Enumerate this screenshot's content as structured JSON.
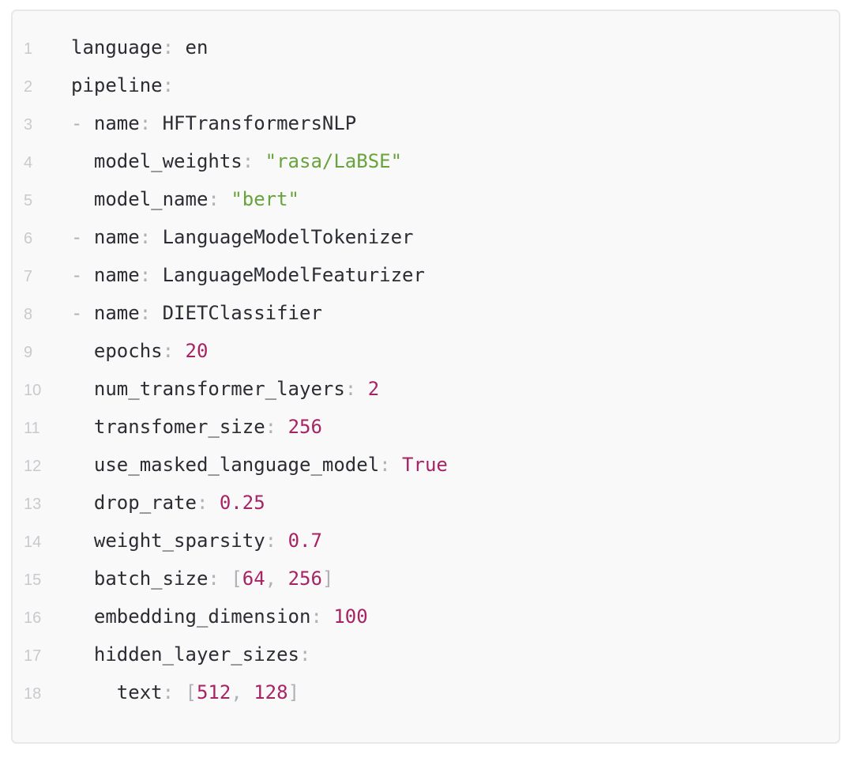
{
  "colors": {
    "page_bg": "#ffffff",
    "block_bg": "#f9f9fa",
    "block_border": "#e8e8ec",
    "key": "#2b2d33",
    "plain_value": "#2b2d33",
    "punctuation": "#b0b0b6",
    "string": "#69a33c",
    "number": "#a82364",
    "boolean": "#a82364",
    "line_number": "#c9c9ce"
  },
  "code": {
    "language": "yaml",
    "lines": [
      {
        "n": "1",
        "tokens": [
          [
            "key",
            "language"
          ],
          [
            "punct",
            ": "
          ],
          [
            "plain",
            "en"
          ]
        ]
      },
      {
        "n": "2",
        "tokens": [
          [
            "key",
            "pipeline"
          ],
          [
            "punct",
            ":"
          ]
        ]
      },
      {
        "n": "3",
        "tokens": [
          [
            "punct",
            "- "
          ],
          [
            "key",
            "name"
          ],
          [
            "punct",
            ": "
          ],
          [
            "plain",
            "HFTransformersNLP"
          ]
        ]
      },
      {
        "n": "4",
        "tokens": [
          [
            "plain",
            "  "
          ],
          [
            "key",
            "model_weights"
          ],
          [
            "punct",
            ": "
          ],
          [
            "string",
            "\"rasa/LaBSE\""
          ]
        ]
      },
      {
        "n": "5",
        "tokens": [
          [
            "plain",
            "  "
          ],
          [
            "key",
            "model_name"
          ],
          [
            "punct",
            ": "
          ],
          [
            "string",
            "\"bert\""
          ]
        ]
      },
      {
        "n": "6",
        "tokens": [
          [
            "punct",
            "- "
          ],
          [
            "key",
            "name"
          ],
          [
            "punct",
            ": "
          ],
          [
            "plain",
            "LanguageModelTokenizer"
          ]
        ]
      },
      {
        "n": "7",
        "tokens": [
          [
            "punct",
            "- "
          ],
          [
            "key",
            "name"
          ],
          [
            "punct",
            ": "
          ],
          [
            "plain",
            "LanguageModelFeaturizer"
          ]
        ]
      },
      {
        "n": "8",
        "tokens": [
          [
            "punct",
            "- "
          ],
          [
            "key",
            "name"
          ],
          [
            "punct",
            ": "
          ],
          [
            "plain",
            "DIETClassifier"
          ]
        ]
      },
      {
        "n": "9",
        "tokens": [
          [
            "plain",
            "  "
          ],
          [
            "key",
            "epochs"
          ],
          [
            "punct",
            ": "
          ],
          [
            "number",
            "20"
          ]
        ]
      },
      {
        "n": "10",
        "tokens": [
          [
            "plain",
            "  "
          ],
          [
            "key",
            "num_transformer_layers"
          ],
          [
            "punct",
            ": "
          ],
          [
            "number",
            "2"
          ]
        ]
      },
      {
        "n": "11",
        "tokens": [
          [
            "plain",
            "  "
          ],
          [
            "key",
            "transfomer_size"
          ],
          [
            "punct",
            ": "
          ],
          [
            "number",
            "256"
          ]
        ]
      },
      {
        "n": "12",
        "tokens": [
          [
            "plain",
            "  "
          ],
          [
            "key",
            "use_masked_language_model"
          ],
          [
            "punct",
            ": "
          ],
          [
            "bool",
            "True"
          ]
        ]
      },
      {
        "n": "13",
        "tokens": [
          [
            "plain",
            "  "
          ],
          [
            "key",
            "drop_rate"
          ],
          [
            "punct",
            ": "
          ],
          [
            "number",
            "0.25"
          ]
        ]
      },
      {
        "n": "14",
        "tokens": [
          [
            "plain",
            "  "
          ],
          [
            "key",
            "weight_sparsity"
          ],
          [
            "punct",
            ": "
          ],
          [
            "number",
            "0.7"
          ]
        ]
      },
      {
        "n": "15",
        "tokens": [
          [
            "plain",
            "  "
          ],
          [
            "key",
            "batch_size"
          ],
          [
            "punct",
            ": "
          ],
          [
            "punct",
            "["
          ],
          [
            "number",
            "64"
          ],
          [
            "punct",
            ", "
          ],
          [
            "number",
            "256"
          ],
          [
            "punct",
            "]"
          ]
        ]
      },
      {
        "n": "16",
        "tokens": [
          [
            "plain",
            "  "
          ],
          [
            "key",
            "embedding_dimension"
          ],
          [
            "punct",
            ": "
          ],
          [
            "number",
            "100"
          ]
        ]
      },
      {
        "n": "17",
        "tokens": [
          [
            "plain",
            "  "
          ],
          [
            "key",
            "hidden_layer_sizes"
          ],
          [
            "punct",
            ":"
          ]
        ]
      },
      {
        "n": "18",
        "tokens": [
          [
            "plain",
            "    "
          ],
          [
            "key",
            "text"
          ],
          [
            "punct",
            ": "
          ],
          [
            "punct",
            "["
          ],
          [
            "number",
            "512"
          ],
          [
            "punct",
            ", "
          ],
          [
            "number",
            "128"
          ],
          [
            "punct",
            "]"
          ]
        ]
      }
    ]
  }
}
